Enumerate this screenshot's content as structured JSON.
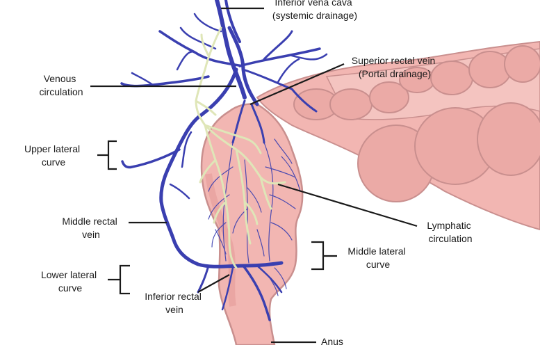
{
  "colors": {
    "vein": "#3a3fb0",
    "lymph": "#dfe6b8",
    "tissue": "#f2b6b2",
    "tissue_edge": "#c98f8e",
    "tissue_shadow": "#e7a09d",
    "leader": "#1a1a1a"
  },
  "labels": {
    "ivc": [
      "Inferior vena cava",
      "(systemic drainage)"
    ],
    "superior_rectal": [
      "Superior rectal vein",
      "(Portal drainage)"
    ],
    "venous": [
      "Venous",
      "circulation"
    ],
    "upper_lateral": [
      "Upper lateral",
      "curve"
    ],
    "middle_rectal": [
      "Middle rectal",
      "vein"
    ],
    "lymphatic": [
      "Lymphatic",
      "circulation"
    ],
    "middle_lateral": [
      "Middle lateral",
      "curve"
    ],
    "lower_lateral": [
      "Lower lateral",
      "curve"
    ],
    "inferior_rectal": [
      "Inferior rectal",
      "vein"
    ],
    "anus": [
      "Anus"
    ]
  }
}
